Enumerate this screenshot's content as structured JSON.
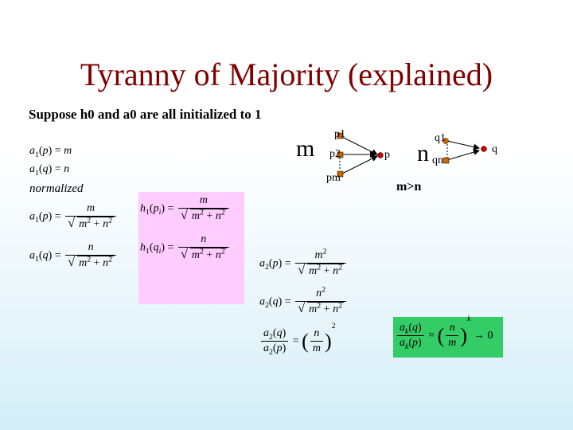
{
  "slide": {
    "title": "Tyranny of Majority (explained)",
    "subtitle": "Suppose h0 and a0 are all initialized to 1"
  },
  "diagram": {
    "left_label": "m",
    "left_nodes": [
      "p1",
      "p2",
      "pm"
    ],
    "left_target": "p",
    "right_label": "n",
    "right_nodes": [
      "q1",
      "qn"
    ],
    "right_target": "q",
    "condition": "m>n"
  },
  "formulas": {
    "normalized_label": "normalized"
  },
  "colors": {
    "title": "#800000",
    "pink_box": "#ffccff",
    "green_box": "#33cc66",
    "node_fill": "#cc6600",
    "target_node": "#cc0000"
  }
}
